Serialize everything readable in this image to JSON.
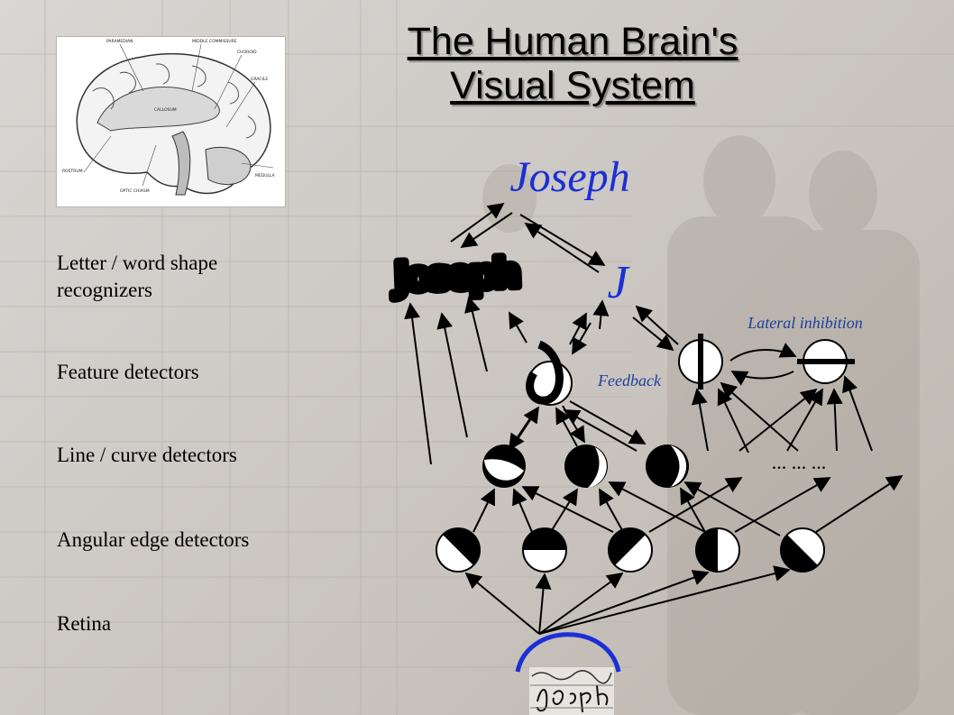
{
  "slide": {
    "title_line1": "The Human Brain's",
    "title_line2": "Visual System"
  },
  "layers": [
    {
      "line1": "Letter / word shape",
      "line2": "recognizers"
    },
    {
      "line1": "Feature detectors",
      "line2": ""
    },
    {
      "line1": "Line / curve detectors",
      "line2": ""
    },
    {
      "line1": "Angular edge detectors",
      "line2": ""
    },
    {
      "line1": "Retina",
      "line2": ""
    }
  ],
  "diagram": {
    "word_output": "Joseph",
    "letter_output": "J",
    "scrawled_word": "Joseph",
    "ellipsis": "...   ...   ...",
    "lateral_inhibition_label": "Lateral inhibition",
    "feedback_label": "Feedback",
    "retina_color": "#1a2fd6",
    "label_color": "#1f3f9a"
  },
  "colors": {
    "accent_blue": "#1a2fd6",
    "ink": "#000000"
  }
}
